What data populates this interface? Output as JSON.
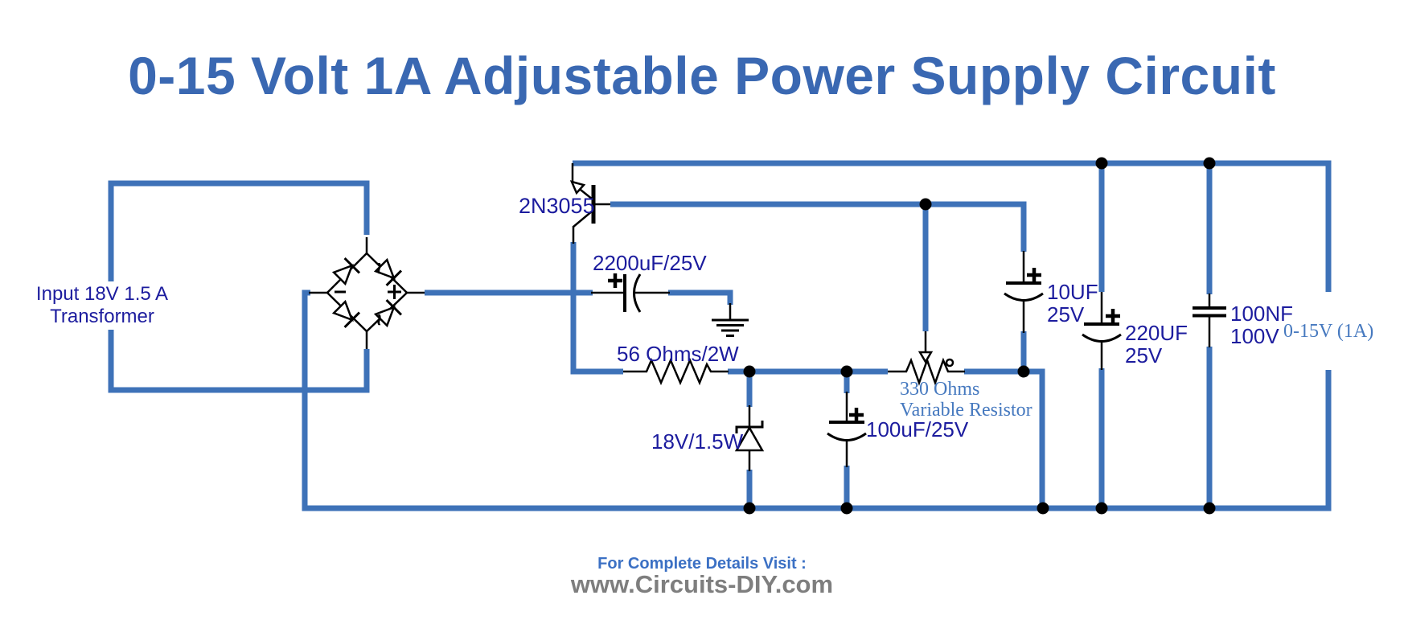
{
  "title": "0-15 Volt 1A Adjustable Power Supply Circuit",
  "colors": {
    "wire": "#3E72B8",
    "component": "#000000",
    "label_navy": "#1C1C9E",
    "label_steel": "#4679BF",
    "title_blue": "#3A68B2",
    "footer_blue": "#3B70C4",
    "footer_gray": "#7E7E7E",
    "background": "#FFFFFF"
  },
  "components": {
    "transformer": {
      "label_line1": "Input 18V 1.5 A",
      "label_line2": "Transformer"
    },
    "bridge_rectifier": {
      "ac_mark": "~",
      "plus_mark": "+",
      "minus_mark": "-"
    },
    "transistor": {
      "label": "2N3055"
    },
    "filter_capacitor": {
      "label": "2200uF/25V"
    },
    "series_resistor": {
      "label": "56 Ohms/2W"
    },
    "zener_diode": {
      "label": "18V/1.5W"
    },
    "base_capacitor": {
      "label": "100uF/25V"
    },
    "potentiometer": {
      "label_line1": "330 Ohms",
      "label_line2": "Variable Resistor"
    },
    "cap_10uf": {
      "label_line1": "10UF",
      "label_line2": "25V"
    },
    "cap_220uf": {
      "label_line1": "220UF",
      "label_line2": "25V"
    },
    "cap_100nf": {
      "label_line1": "100NF",
      "label_line2": "100V"
    },
    "output": {
      "label": "0-15V (1A)"
    }
  },
  "footer": {
    "line1": "For Complete Details Visit :",
    "line2": "www.Circuits-DIY.com"
  }
}
